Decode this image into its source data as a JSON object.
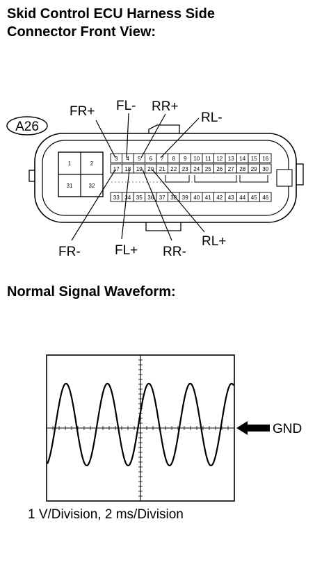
{
  "title": {
    "line1": "Skid Control ECU Harness Side",
    "line2": "Connector Front View:"
  },
  "connector": {
    "id": "A26",
    "big_pins": [
      "1",
      "2",
      "31",
      "32"
    ],
    "row1": [
      "3",
      "4",
      "5",
      "6",
      "7",
      "8",
      "9",
      "10",
      "11",
      "12",
      "13",
      "14",
      "15",
      "16"
    ],
    "row2": [
      "17",
      "18",
      "19",
      "20",
      "21",
      "22",
      "23",
      "24",
      "25",
      "26",
      "27",
      "28",
      "29",
      "30"
    ],
    "row3": [
      "33",
      "34",
      "35",
      "36",
      "37",
      "38",
      "39",
      "40",
      "41",
      "42",
      "43",
      "44",
      "45",
      "46"
    ],
    "labels": {
      "fr_plus": "FR+",
      "fl_minus": "FL-",
      "rr_plus": "RR+",
      "rl_minus": "RL-",
      "fr_minus": "FR-",
      "fl_plus": "FL+",
      "rr_minus": "RR-",
      "rl_plus": "RL+"
    }
  },
  "waveform": {
    "heading": "Normal Signal Waveform:",
    "gnd_label": "GND",
    "caption": "1 V/Division, 2 ms/Division",
    "cycles_visible": 4.5
  }
}
